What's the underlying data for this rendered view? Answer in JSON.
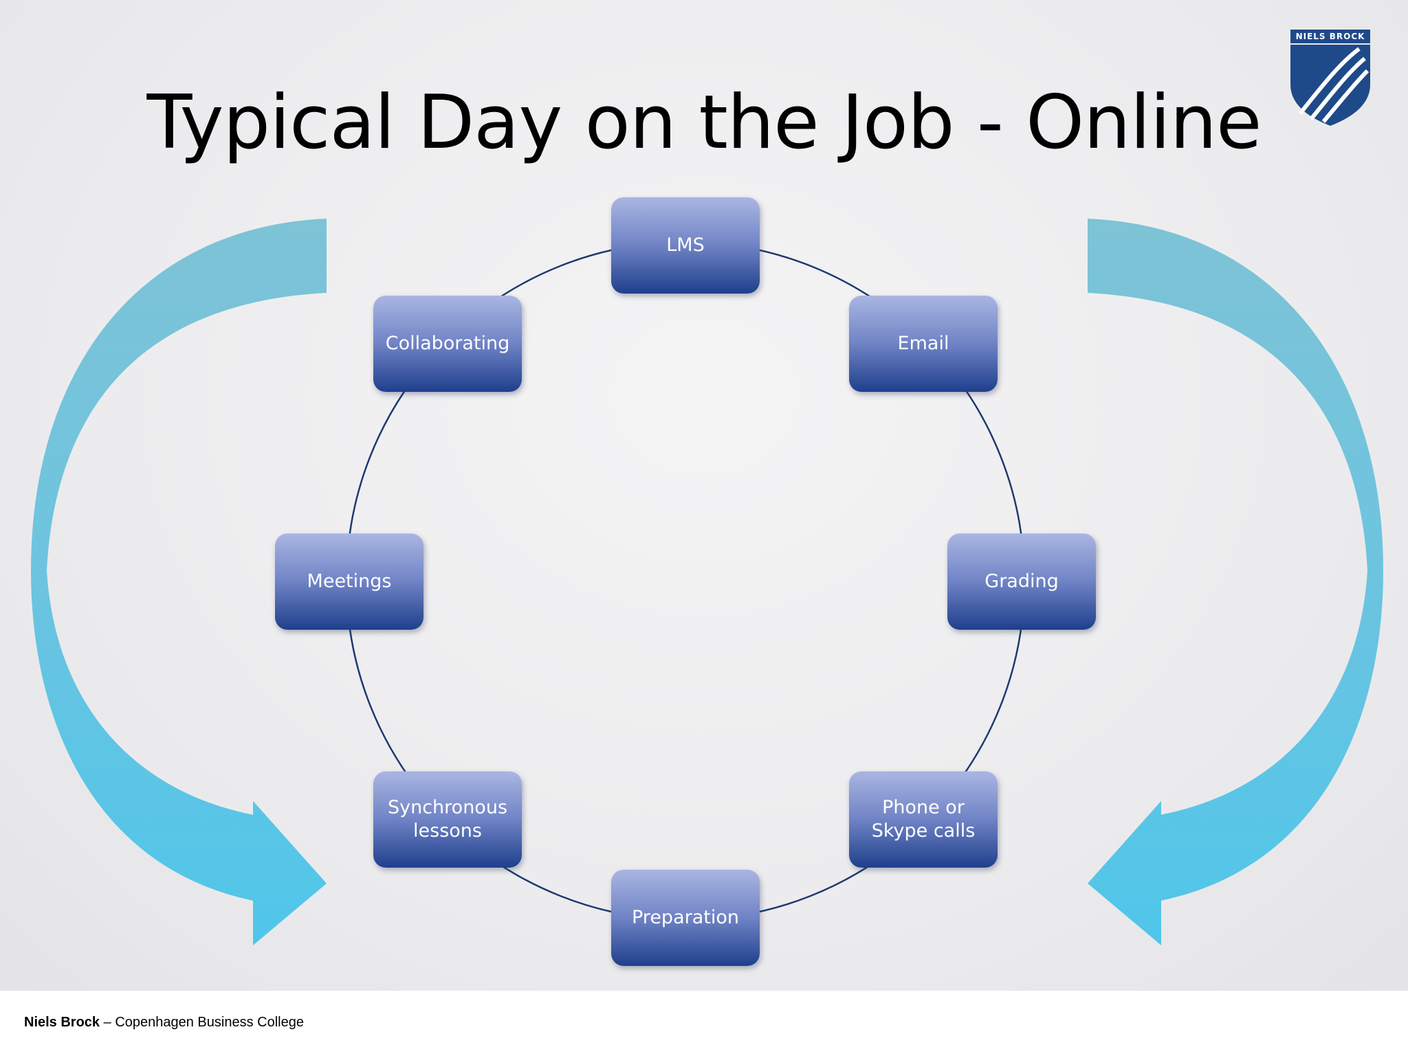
{
  "slide": {
    "title": "Typical Day on the Job - Online",
    "logo_text": "NIELS BROCK"
  },
  "diagram": {
    "type": "cycle",
    "nodes": [
      {
        "label": "LMS"
      },
      {
        "label": "Email"
      },
      {
        "label": "Grading"
      },
      {
        "label": "Phone or\nSkype calls"
      },
      {
        "label": "Preparation"
      },
      {
        "label": "Synchronous\nlessons"
      },
      {
        "label": "Meetings"
      },
      {
        "label": "Collaborating"
      }
    ]
  },
  "footer": {
    "brand": "Niels Brock",
    "separator": " – ",
    "text": "Copenhagen Business College"
  },
  "colors": {
    "node_top": "#aab6e2",
    "node_bottom": "#1f3f8c",
    "ring": "#1e3a6e",
    "arrow_top": "#7ec3d6",
    "arrow_bottom": "#4fc6ea"
  }
}
